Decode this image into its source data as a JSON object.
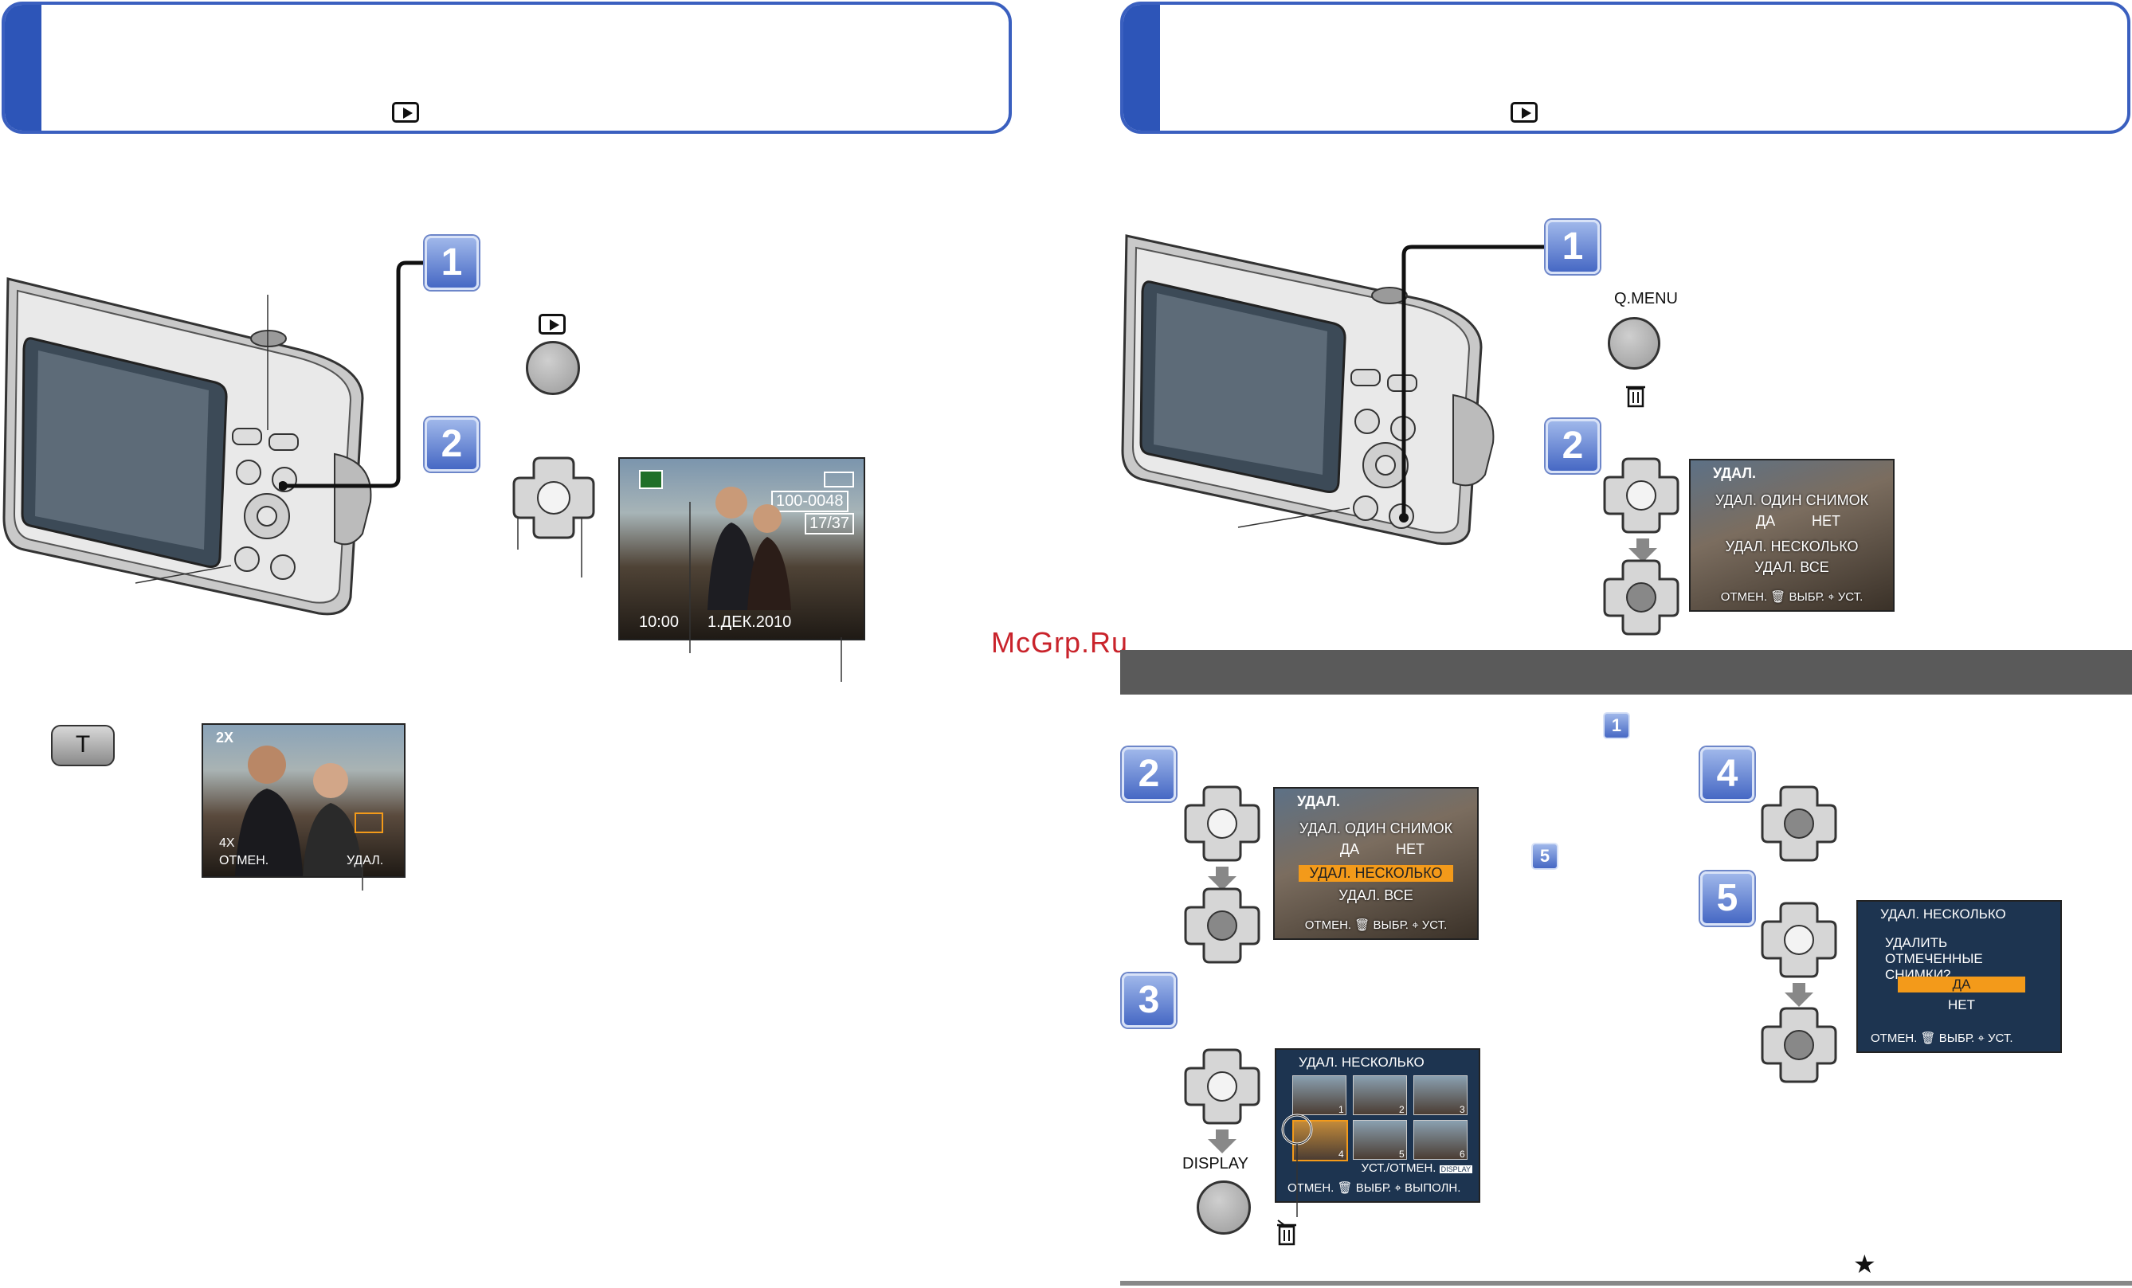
{
  "watermark": "McGrp.Ru",
  "left_panel": {
    "steps": [
      "1",
      "2"
    ],
    "tele_button_label": "T",
    "screen_playback": {
      "file_number": "100-0048",
      "frame_counter": "17/37",
      "time": "10:00",
      "date": "1.ДЕК.2010"
    },
    "screen_zoom": {
      "zoom_badge": "2X",
      "zoom_level": "4X",
      "cancel_label": "ОТМЕН.",
      "delete_label": "УДАЛ."
    }
  },
  "right_panel": {
    "steps_top": [
      "1",
      "2"
    ],
    "qmenu_label": "Q.MENU",
    "delete_menu": {
      "title": "УДАЛ.",
      "option_single": "УДАЛ. ОДИН СНИМОК",
      "yes": "ДА",
      "no": "НЕТ",
      "option_multi": "УДАЛ. НЕСКОЛЬКО",
      "option_all": "УДАЛ. ВСЕ",
      "footer": "ОТМЕН. 🗑 ВЫБР. ⌖ УСТ."
    },
    "bottom_steps": [
      "2",
      "3",
      "4",
      "5"
    ],
    "ref_step_1": "1",
    "ref_step_5": "5",
    "display_label": "DISPLAY",
    "multi_screen": {
      "title": "УДАЛ. НЕСКОЛЬКО",
      "thumb_numbers": [
        "1",
        "2",
        "3",
        "4",
        "5",
        "6"
      ],
      "footer_line1": "УСТ./ОТМЕН.",
      "footer_line1_badge": "DISPLAY",
      "footer_line2": "ОТМЕН. 🗑 ВЫБР. ⌖ ВЫПОЛН."
    },
    "confirm_screen": {
      "title": "УДАЛ. НЕСКОЛЬКО",
      "question": "УДАЛИТЬ ОТМЕЧЕННЫЕ СНИМКИ?",
      "yes": "ДА",
      "no": "НЕТ",
      "footer": "ОТМЕН. 🗑 ВЫБР. ⌖ УСТ."
    },
    "star": "★"
  }
}
